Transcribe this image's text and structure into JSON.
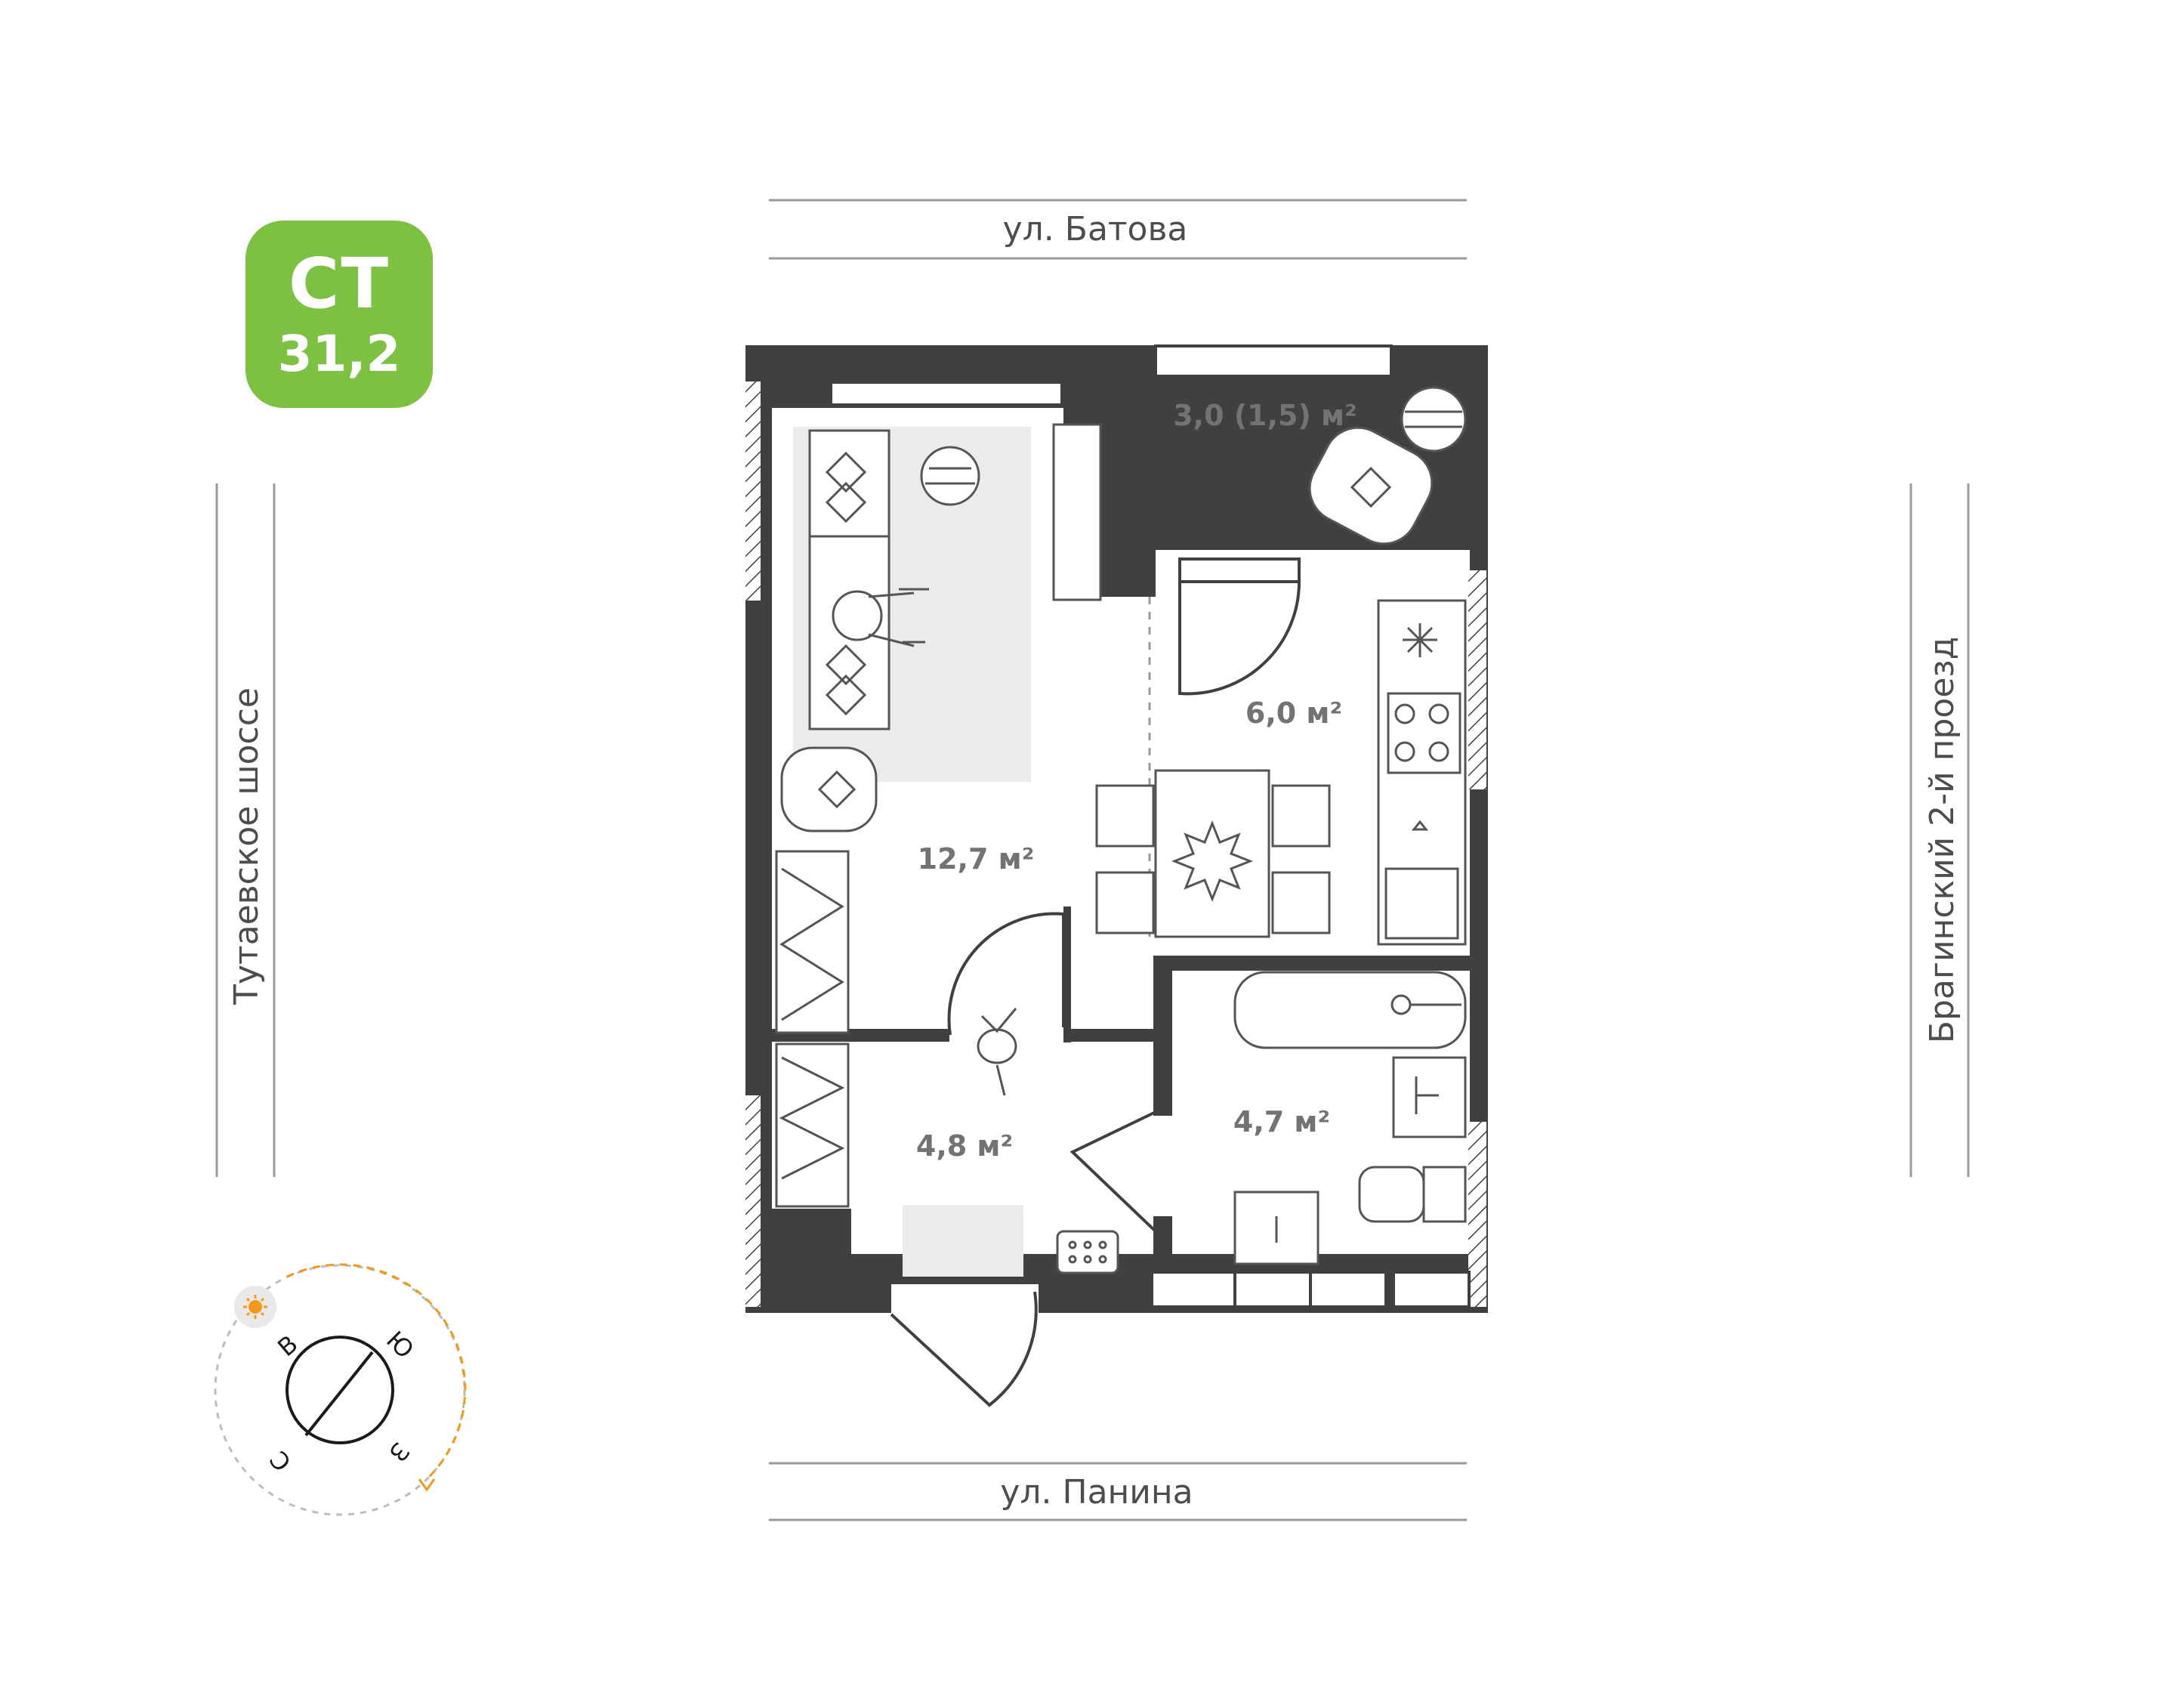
{
  "badge": {
    "type": "СТ",
    "area": "31,2"
  },
  "streets": {
    "top": "ул. Батова",
    "bottom": "ул. Панина",
    "left": "Тутаевское шоссе",
    "right": "Брагинский 2-й проезд"
  },
  "rooms": [
    {
      "id": "living",
      "area": "12,7 м²"
    },
    {
      "id": "balcony",
      "area": "3,0 (1,5) м²"
    },
    {
      "id": "kitchen",
      "area": "6,0 м²"
    },
    {
      "id": "hallway",
      "area": "4,8 м²"
    },
    {
      "id": "bathroom",
      "area": "4,7 м²"
    }
  ],
  "compass": {
    "n": "С",
    "e": "В",
    "s": "Ю",
    "w": "З",
    "sun_icon": "sun-icon"
  },
  "colors": {
    "badge": "#7dc143",
    "wall": "#404040",
    "text": "#4d4d4d",
    "room_text": "#737373",
    "sun": "#f39a1e",
    "carpet": "#ebebeb"
  }
}
